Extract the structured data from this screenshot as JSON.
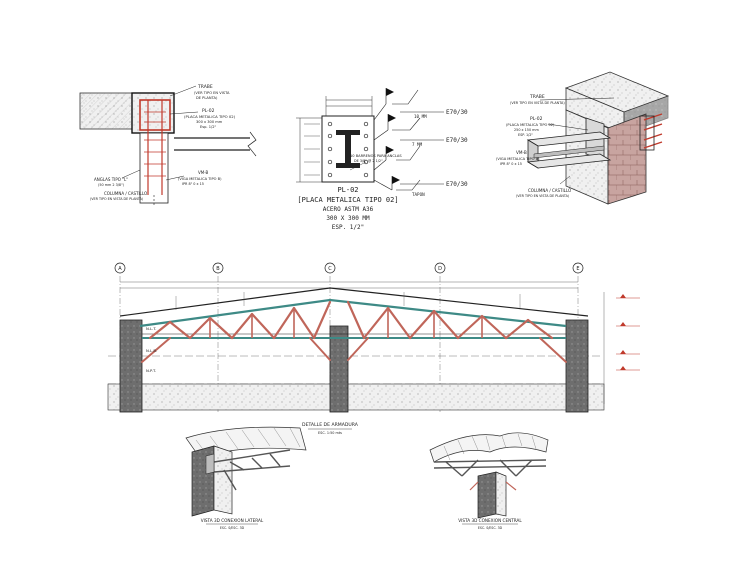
{
  "detail_a": {
    "callout_trabe": "TRABE",
    "callout_trabe_sub1": "(VER TIPO EN VISTA",
    "callout_trabe_sub2": "DE PLANTA)",
    "callout_pl": "PL-02",
    "callout_pl_sub1": "(PLACA METALICA TIPO 02)",
    "callout_pl_sub2": "300 x 300 mm",
    "callout_pl_sub3": "Esp. 1/2\"",
    "callout_angulo": "ANGLAS TIPO \"L\"",
    "callout_angulo_sub": "(50 mm 2 3/8\")",
    "callout_vm": "VM-B",
    "callout_vm_sub1": "(VIGA METALICA TIPO B)",
    "callout_vm_sub2": "IPR 8\" 0 x 15",
    "callout_col": "COLUMNA / CASTILLO",
    "callout_col_sub": "(VER TIPO EN VISTA DE PLANTA)"
  },
  "detail_b": {
    "title1": "PL-02",
    "title2": "[PLACA METALICA TIPO 02]",
    "title3": "ACERO ASTM A36",
    "title4": "300 X 300 MM",
    "title5": "ESP. 1/2\"",
    "note_barrenos": "10 BARRENOS PARA ANCLAS",
    "note_barrenos_sub": "DE 3/8\" @ 2 1/2\"",
    "label_10mm": "10 MM",
    "label_7mm": "7 MM",
    "label_tapon": "TAPON",
    "weld_1": "E70/30",
    "weld_2": "E70/30",
    "weld_3": "E70/30"
  },
  "detail_c": {
    "callout_trabe": "TRABE",
    "callout_trabe_sub": "(VER TIPO EN VISTA DE PLANTA)",
    "callout_pl": "PL-02",
    "callout_pl_sub1": "(PLACA METALICA TIPO 02)",
    "callout_pl_sub2": "250 x 150 mm",
    "callout_pl_sub3": "ESP. 1/2\"",
    "callout_vm": "VM-B",
    "callout_vm_sub1": "(VIGA METALICA TIPO B)",
    "callout_vm_sub2": "IPR 8\" 0 x 15",
    "callout_col": "COLUMNA / CASTILLO",
    "callout_col_sub": "(VER TIPO EN VISTA DE PLANTA)"
  },
  "elevation": {
    "grid_labels": [
      "A",
      "B",
      "C",
      "D",
      "E"
    ],
    "level_labels": [
      "N.P.T.",
      "N.L.B.",
      "N.L.T."
    ],
    "title": "DETALLE DE ARMADURA",
    "scale": "ESC. 1:50 mts"
  },
  "view_lateral": {
    "title": "VISTA 3D CONEXION LATERAL",
    "scale": "ESC. S/ESC. 3D"
  },
  "view_central": {
    "title": "VISTA 3D CONEXION CENTRAL",
    "scale": "ESC. S/ESC. 3D"
  },
  "colors": {
    "truss_red": "#c0665a",
    "chord_teal": "#3e8a86",
    "column_gray": "#8e8e8e",
    "brick_red": "#b85a55",
    "line_dark": "#222222"
  }
}
